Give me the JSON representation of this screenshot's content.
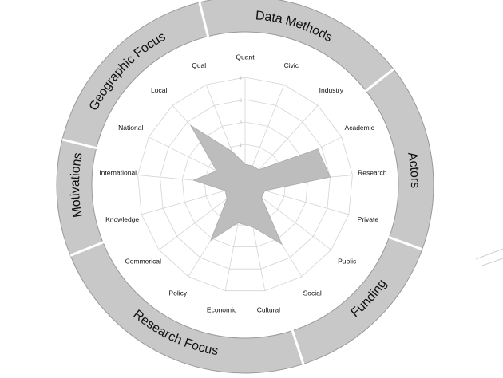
{
  "chart_data": {
    "type": "radar",
    "axes": [
      "Quant",
      "Civic",
      "Industry",
      "Academic",
      "Research",
      "Private",
      "Public",
      "Social",
      "Cultural",
      "Economic",
      "Policy",
      "Commerical",
      "Knowledge",
      "International",
      "National",
      "Local",
      "Qual"
    ],
    "values": [
      0.1,
      0.1,
      0.1,
      2.8,
      3.0,
      0.1,
      0.1,
      2.3,
      1.1,
      0.9,
      2.1,
      0.2,
      0.1,
      1.5,
      0.6,
      2.8,
      0.8
    ],
    "rlim": [
      0,
      4
    ],
    "radial_ticks": [
      "0",
      "1",
      "2",
      "3",
      "4"
    ],
    "groups": [
      {
        "name": "Data Methods",
        "axes": [
          "Quant",
          "Qual"
        ]
      },
      {
        "name": "Actors",
        "axes": [
          "Civic",
          "Industry",
          "Academic"
        ]
      },
      {
        "name": "Funding",
        "axes": [
          "Research",
          "Private",
          "Public"
        ]
      },
      {
        "name": "Research Focus",
        "axes": [
          "Social",
          "Cultural",
          "Economic"
        ]
      },
      {
        "name": "Motivations",
        "axes": [
          "Policy",
          "Commerical",
          "Knowledge"
        ]
      },
      {
        "name": "Geographic Focus",
        "axes": [
          "International",
          "National",
          "Local"
        ]
      }
    ],
    "colors": {
      "fill": "#bdbdbd",
      "ring": "#c8c8c8",
      "grid": "#d4d4d4"
    },
    "grid": true,
    "legend": "none"
  }
}
